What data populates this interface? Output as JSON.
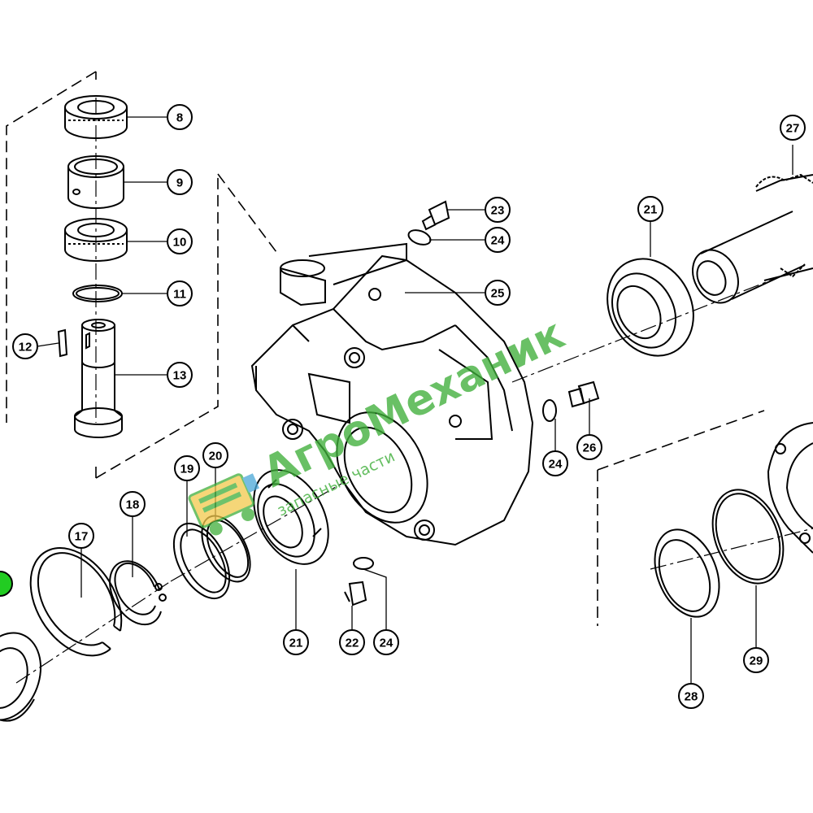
{
  "callouts": [
    {
      "id": "c8",
      "text": "8"
    },
    {
      "id": "c9",
      "text": "9"
    },
    {
      "id": "c10",
      "text": "10"
    },
    {
      "id": "c11",
      "text": "11"
    },
    {
      "id": "c12",
      "text": "12"
    },
    {
      "id": "c13",
      "text": "13"
    },
    {
      "id": "c17",
      "text": "17"
    },
    {
      "id": "c18",
      "text": "18"
    },
    {
      "id": "c19",
      "text": "19"
    },
    {
      "id": "c20",
      "text": "20"
    },
    {
      "id": "c21a",
      "text": "21"
    },
    {
      "id": "c21b",
      "text": "21"
    },
    {
      "id": "c22",
      "text": "22"
    },
    {
      "id": "c23",
      "text": "23"
    },
    {
      "id": "c24a",
      "text": "24"
    },
    {
      "id": "c24b",
      "text": "24"
    },
    {
      "id": "c24c",
      "text": "24"
    },
    {
      "id": "c25",
      "text": "25"
    },
    {
      "id": "c26",
      "text": "26"
    },
    {
      "id": "c27",
      "text": "27"
    },
    {
      "id": "c28",
      "text": "28"
    },
    {
      "id": "c29",
      "text": "29"
    }
  ],
  "watermark": {
    "brand": "АгроМеханик",
    "tagline": "запасные части",
    "brand_color": "#3fae3a",
    "logo_icon": "tractor-cart-icon"
  }
}
